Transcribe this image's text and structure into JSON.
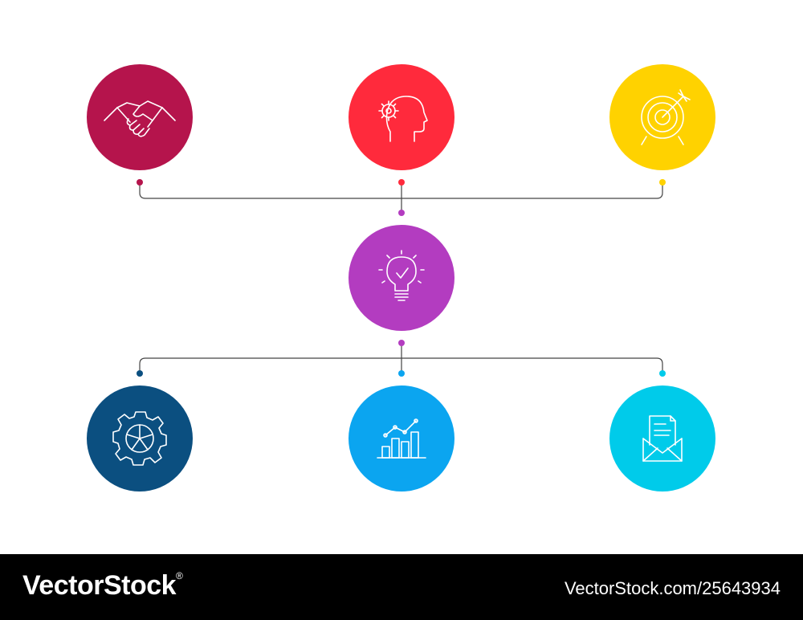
{
  "nodes": [
    {
      "id": "handshake",
      "icon": "handshake-icon",
      "color": "#B5144C"
    },
    {
      "id": "mind",
      "icon": "head-gear-icon",
      "color": "#FF2A3C"
    },
    {
      "id": "target",
      "icon": "target-arrow-icon",
      "color": "#FFD200"
    },
    {
      "id": "idea",
      "icon": "lightbulb-check-icon",
      "color": "#B33CC0"
    },
    {
      "id": "settings",
      "icon": "gear-pie-icon",
      "color": "#0B4F80"
    },
    {
      "id": "growth",
      "icon": "bar-chart-growth-icon",
      "color": "#0BA5F0"
    },
    {
      "id": "mail",
      "icon": "envelope-letter-icon",
      "color": "#00CBEA"
    }
  ],
  "connector_color": "#444444",
  "footer": {
    "brand": "VectorStock",
    "brand_mark": "®",
    "ref": "VectorStock.com/25643934"
  }
}
